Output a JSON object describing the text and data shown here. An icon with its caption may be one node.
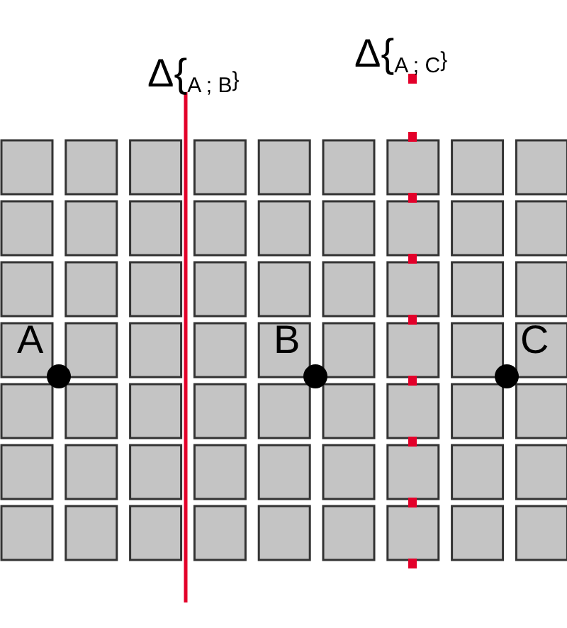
{
  "diagram": {
    "nodes": [
      {
        "text": [
          "A"
        ]
      },
      {
        "text": [
          "B"
        ]
      },
      {
        "text": [
          "C"
        ]
      }
    ],
    "labels": [
      "Δ{$_{A ; B}$}",
      "Δ{$_{A ; C}$}"
    ]
  }
}
